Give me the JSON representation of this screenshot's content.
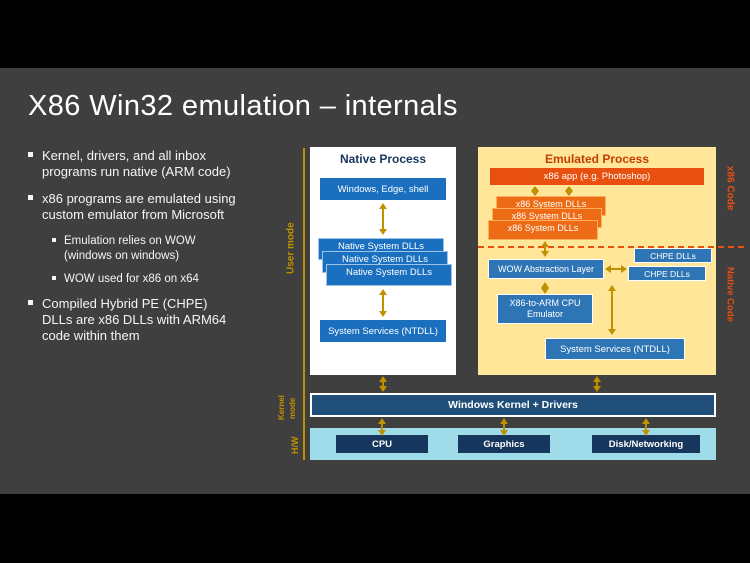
{
  "slide": {
    "title": "X86 Win32 emulation – internals"
  },
  "bullets": {
    "b1": "Kernel, drivers, and all inbox programs run native (ARM code)",
    "b2": "x86 programs are emulated using custom emulator from Microsoft",
    "b2a": "Emulation relies on WOW (windows on windows)",
    "b2b": "WOW used for x86 on x64",
    "b3": "Compiled Hybrid PE (CHPE) DLLs are x86 DLLs with ARM64 code within them"
  },
  "diagram": {
    "native": {
      "title": "Native Process",
      "app": "Windows, Edge, shell",
      "dll": "Native System DLLs",
      "services": "System Services (NTDLL)"
    },
    "emulated": {
      "title": "Emulated Process",
      "app": "x86 app (e.g. Photoshop)",
      "dll": "x86 System DLLs",
      "wow": "WOW Abstraction Layer",
      "chpe": "CHPE DLLs",
      "emulator": "X86-to-ARM CPU Emulator",
      "services": "System Services (NTDLL)"
    },
    "kernel_bar": "Windows Kernel + Drivers",
    "hw": [
      "CPU",
      "Graphics",
      "Disk/Networking"
    ],
    "labels": {
      "user_mode": "User mode",
      "kernel_mode": "Kernel mode",
      "hw": "H/W",
      "x86_code": "x86 Code",
      "native_code": "Native Code"
    }
  },
  "colors": {
    "slide_bg": "#3f3f3f",
    "letterbox": "#000000",
    "blue_box": "#1a6fbf",
    "blue_box_alt": "#2e75b6",
    "kernel_bar": "#1f4e79",
    "navy_box": "#17365d",
    "orange_accent": "#e8500f",
    "orange_box": "#ed6b15",
    "emulated_panel_bg": "#ffe699",
    "gold_accent": "#bf9000",
    "hw_strip": "#9fdbe8"
  }
}
